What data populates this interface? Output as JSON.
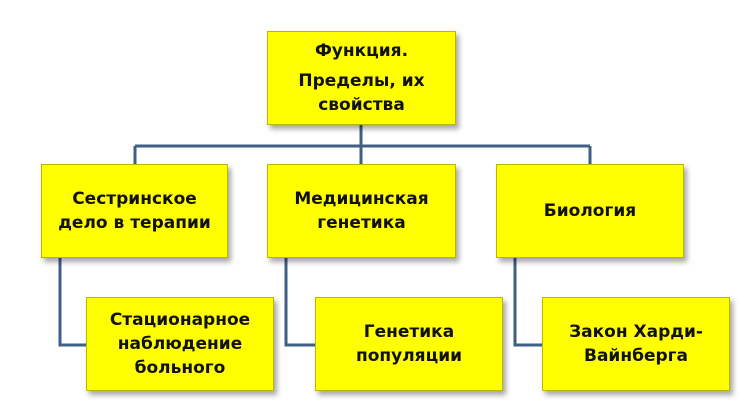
{
  "colors": {
    "box_fill": "#ffff00",
    "connector": "#3f5f86",
    "text": "#111111"
  },
  "diagram": {
    "root": {
      "lines": [
        "Функция.",
        "Пределы, их",
        "свойства"
      ]
    },
    "level1": [
      {
        "lines": [
          "Сестринское",
          "дело в терапии"
        ]
      },
      {
        "lines": [
          "Медицинская",
          "генетика"
        ]
      },
      {
        "lines": [
          "Биология"
        ]
      }
    ],
    "level2": [
      {
        "lines": [
          "Стационарное",
          "наблюдение",
          "больного"
        ]
      },
      {
        "lines": [
          "Генетика",
          "популяции"
        ]
      },
      {
        "lines": [
          "Закон Харди-",
          "Вайнберга"
        ]
      }
    ]
  }
}
